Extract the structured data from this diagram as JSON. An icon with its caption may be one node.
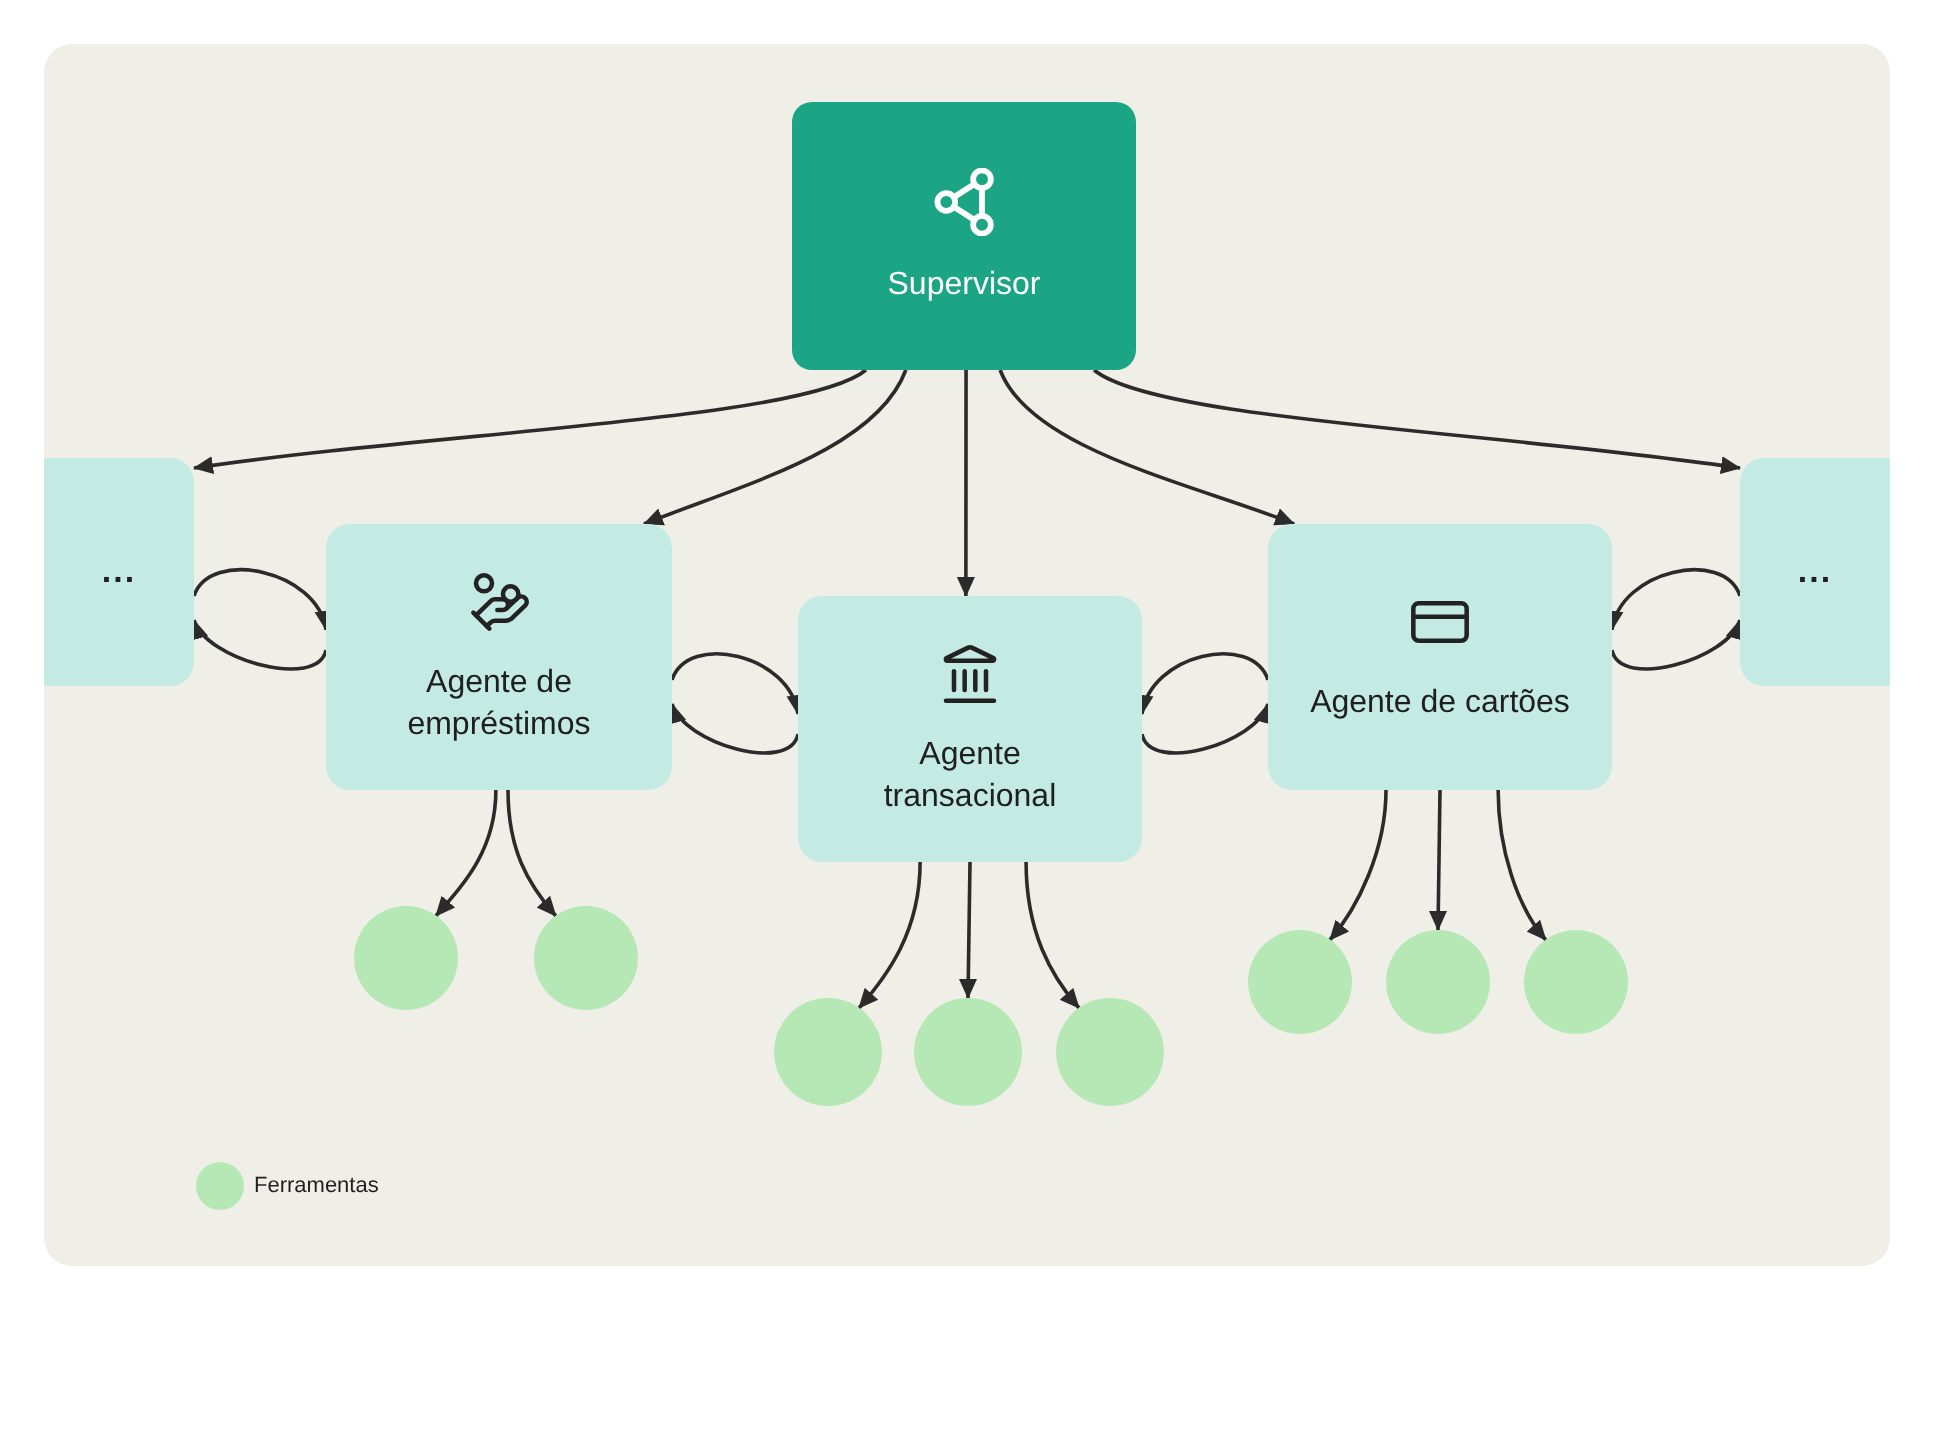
{
  "diagram": {
    "nodes": [
      {
        "text": [
          "Supervisor"
        ]
      },
      {
        "text": [
          "..."
        ]
      },
      {
        "text": [
          "Agente de empréstimos"
        ]
      },
      {
        "text": [
          "Agente transacional"
        ]
      },
      {
        "text": [
          "Agente de cartões"
        ]
      },
      {
        "text": [
          "..."
        ]
      },
      {
        "text": [],
        "shape": "circle"
      },
      {
        "text": [],
        "shape": "circle"
      },
      {
        "text": [],
        "shape": "circle"
      },
      {
        "text": [],
        "shape": "circle"
      },
      {
        "text": [],
        "shape": "circle"
      },
      {
        "text": [],
        "shape": "circle"
      },
      {
        "text": [],
        "shape": "circle"
      },
      {
        "text": [],
        "shape": "circle"
      }
    ],
    "edges": [
      {
        "from": 0,
        "to": 1,
        "arrow": "to"
      },
      {
        "from": 0,
        "to": 2,
        "arrow": "to"
      },
      {
        "from": 0,
        "to": 3,
        "arrow": "to"
      },
      {
        "from": 0,
        "to": 4,
        "arrow": "to"
      },
      {
        "from": 0,
        "to": 5,
        "arrow": "to"
      },
      {
        "from": 1,
        "to": 2,
        "arrow": "to"
      },
      {
        "from": 2,
        "to": 1,
        "arrow": "to"
      },
      {
        "from": 2,
        "to": 3,
        "arrow": "to"
      },
      {
        "from": 3,
        "to": 2,
        "arrow": "to"
      },
      {
        "from": 4,
        "to": 3,
        "arrow": "to"
      },
      {
        "from": 3,
        "to": 4,
        "arrow": "to"
      },
      {
        "from": 5,
        "to": 4,
        "arrow": "to"
      },
      {
        "from": 4,
        "to": 5,
        "arrow": "to"
      },
      {
        "from": 2,
        "to": 6,
        "arrow": "to"
      },
      {
        "from": 2,
        "to": 7,
        "arrow": "to"
      },
      {
        "from": 3,
        "to": 8,
        "arrow": "to"
      },
      {
        "from": 3,
        "to": 9,
        "arrow": "to"
      },
      {
        "from": 3,
        "to": 10,
        "arrow": "to"
      },
      {
        "from": 4,
        "to": 11,
        "arrow": "to"
      },
      {
        "from": 4,
        "to": 12,
        "arrow": "to"
      },
      {
        "from": 4,
        "to": 13,
        "arrow": "to"
      }
    ],
    "legend": [
      {
        "text": "Ferramentas",
        "color": "#b5e8b5"
      }
    ]
  }
}
